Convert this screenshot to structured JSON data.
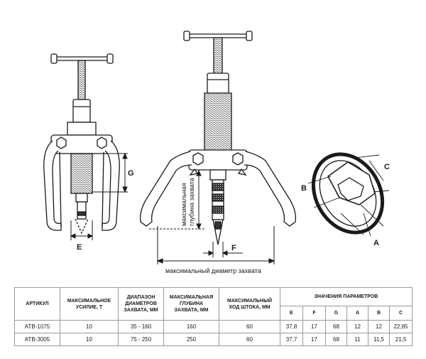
{
  "diagram": {
    "labels": {
      "E": "E",
      "F": "F",
      "G": "G",
      "A": "A",
      "B": "B",
      "C": "C",
      "max_depth_line1": "максимальная",
      "max_depth_line2": "глубина захвата",
      "max_diameter": "максимальный диаметр захвата"
    }
  },
  "table": {
    "headers": {
      "article": "АРТИКУЛ",
      "force_line1": "МАКСИМАЛЬНОЕ",
      "force_line2": "УСИЛИЕ, Т",
      "range_line1": "ДИАПАЗОН",
      "range_line2": "ДИАМЕТРОВ",
      "range_line3": "ЗАХВАТА, ММ",
      "depth_line1": "МАКСИМАЛЬНАЯ",
      "depth_line2": "ГЛУБИНА",
      "depth_line3": "ЗАХВАТА, ММ",
      "stroke_line1": "МАКСИМАЛЬНЫЙ",
      "stroke_line2": "ХОД ШТОКА, ММ",
      "params": "ЗНАЧЕНИЯ ПАРАМЕТРОВ"
    },
    "param_columns": [
      "E",
      "F",
      "G",
      "A",
      "B",
      "C"
    ],
    "rows": [
      {
        "article": "ATB-1075",
        "force": "10",
        "range": "35 - 160",
        "depth": "160",
        "stroke": "60",
        "E": "37,8",
        "F": "17",
        "G": "68",
        "A": "12",
        "B": "12",
        "C": "22,85"
      },
      {
        "article": "ATB-3005",
        "force": "10",
        "range": "75 - 250",
        "depth": "250",
        "stroke": "60",
        "E": "37,7",
        "F": "17",
        "G": "68",
        "A": "11",
        "B": "11,5",
        "C": "21,5"
      }
    ]
  }
}
